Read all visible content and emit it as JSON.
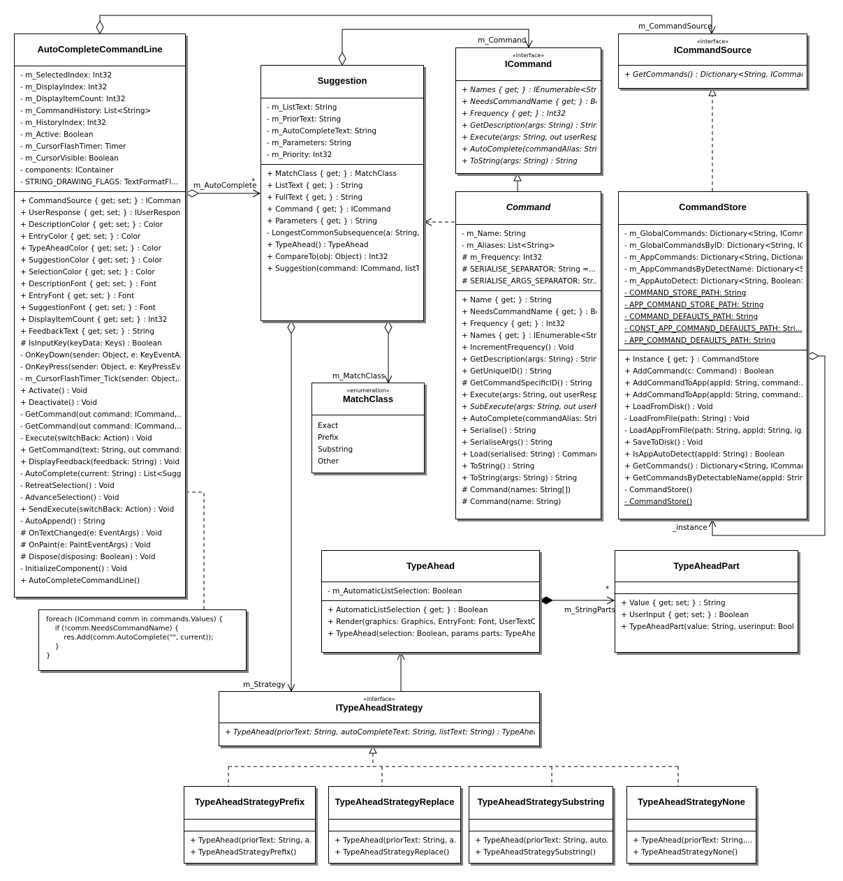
{
  "classes": {
    "autoCompleteCommandLine": {
      "name": "AutoCompleteCommandLine",
      "attributes": [
        "- m_SelectedIndex: Int32",
        "- m_DisplayIndex: Int32",
        "- m_DisplayItemCount: Int32",
        "- m_CommandHistory: List<String>",
        "- m_HistoryIndex: Int32",
        "- m_Active: Boolean",
        "- m_CursorFlashTimer: Timer",
        "- m_CursorVisible: Boolean",
        "- components: IContainer",
        "- STRING_DRAWING_FLAGS: TextFormatFl..."
      ],
      "operations": [
        "+ CommandSource { get; set; } : ICommand...",
        "+ UserResponse { get; set; } : IUserResponse",
        "+ DescriptionColor { get; set; } : Color",
        "+ EntryColor { get; set; } : Color",
        "+ TypeAheadColor { get; set; } : Color",
        "+ SuggestionColor { get; set; } : Color",
        "+ SelectionColor { get; set; } : Color",
        "+ DescriptionFont { get; set; } : Font",
        "+ EntryFont { get; set; } : Font",
        "+ SuggestionFont { get; set; } : Font",
        "+ DisplayItemCount { get; set; } : Int32",
        "+ FeedbackText { get; set; } : String",
        "# IsInputKey(keyData: Keys) : Boolean",
        "- OnKeyDown(sender: Object, e: KeyEventA...",
        "- OnKeyPress(sender: Object, e: KeyPressEv...",
        "- m_CursorFlashTimer_Tick(sender: Object,...",
        "+ Activate() : Void",
        "+ Deactivate() : Void",
        "- GetCommand(out command: ICommand,...",
        "- GetCommand(out command: ICommand,...",
        "- Execute(switchBack: Action) : Void",
        "+ GetCommand(text: String, out command:...",
        "+ DisplayFeedback(feedback: String) : Void",
        "- AutoComplete(current: String) : List<Sugg...",
        "- RetreatSelection() : Void",
        "- AdvanceSelection() : Void",
        "+ SendExecute(switchBack: Action) : Void",
        "- AutoAppend() : String",
        "# OnTextChanged(e: EventArgs) : Void",
        "# OnPaint(e: PaintEventArgs) : Void",
        "# Dispose(disposing: Boolean) : Void",
        "- InitializeComponent() : Void",
        "+ AutoCompleteCommandLine()"
      ]
    },
    "suggestion": {
      "name": "Suggestion",
      "attributes": [
        "- m_ListText: String",
        "- m_PriorText: String",
        "- m_AutoCompleteText: String",
        "- m_Parameters: String",
        "- m_Priority: Int32"
      ],
      "operations": [
        "+ MatchClass { get; } : MatchClass",
        "+ ListText { get; } : String",
        "+ FullText { get; } : String",
        "+ Command { get; } : ICommand",
        "+ Parameters { get; } : String",
        "- LongestCommonSubsequence(a: String,...",
        "+ TypeAhead() : TypeAhead",
        "+ CompareTo(obj: Object) : Int32",
        "+ Suggestion(command: ICommand, listT..."
      ]
    },
    "iCommand": {
      "stereotype": "«interface»",
      "name": "ICommand",
      "operations": [
        "+ Names { get; } : IEnumerable<Stri...",
        "+ NeedsCommandName { get; } : Bo...",
        "+ Frequency { get; } : Int32",
        "+ GetDescription(args: String) : String",
        "+ Execute(args: String, out userResp...",
        "+ AutoComplete(commandAlias: Strin...",
        "+ ToString(args: String) : String"
      ]
    },
    "iCommandSource": {
      "stereotype": "«interface»",
      "name": "ICommandSource",
      "operations": [
        "+ GetCommands() : Dictionary<String, ICommand>"
      ]
    },
    "command": {
      "name": "Command",
      "attributes": [
        "- m_Name: String",
        "- m_Aliases: List<String>",
        "# m_Frequency: Int32",
        "# SERIALISE_SEPARATOR: String =...",
        "# SERIALISE_ARGS_SEPARATOR: Str..."
      ],
      "operations": [
        "+ Name { get; } : String",
        "+ NeedsCommandName { get; } : Bo...",
        "+ Frequency { get; } : Int32",
        "+ Names { get; } : IEnumerable<Stri...",
        "+ IncrementFrequency() : Void",
        "+ GetDescription(args: String) : String",
        "+ GetUniqueID() : String",
        "# GetCommandSpecificID() : String",
        "+ Execute(args: String, out userResp...",
        "+ SubExecute(args: String, out userR...",
        "+ AutoComplete(commandAlias: Strin...",
        "+ Serialise() : String",
        "+ SerialiseArgs() : String",
        "+ Load(serialised: String) : Command",
        "+ ToString() : String",
        "+ ToString(args: String) : String",
        "# Command(names: String[])",
        "# Command(name: String)"
      ]
    },
    "commandStore": {
      "name": "CommandStore",
      "attributes": [
        "- m_GlobalCommands: Dictionary<String, IComm...",
        "- m_GlobalCommandsByID: Dictionary<String, IC...",
        "- m_AppCommands: Dictionary<String, Dictionar...",
        "- m_AppCommandsByDetectName: Dictionary<St...",
        "- m_AppAutoDetect: Dictionary<String, Boolean>",
        "- COMMAND_STORE_PATH: String",
        "- APP_COMMAND_STORE_PATH: String",
        "- COMMAND_DEFAULTS_PATH: String",
        "- CONST_APP_COMMAND_DEFAULTS_PATH: Stri...",
        "- APP_COMMAND_DEFAULTS_PATH: String"
      ],
      "operations": [
        "+ Instance { get; } : CommandStore",
        "+ AddCommand(c: Command) : Boolean",
        "+ AddCommandToApp(appId: String, command:...",
        "+ AddCommandToApp(appId: String, command:...",
        "+ LoadFromDisk() : Void",
        "- LoadFromFile(path: String) : Void",
        "- LoadAppFromFile(path: String, appId: String, ig...",
        "+ SaveToDisk() : Void",
        "+ IsAppAutoDetect(appId: String) : Boolean",
        "+ GetCommands() : Dictionary<String, ICommand>",
        "+ GetCommandsByDetectableName(appId: String...",
        "- CommandStore()",
        "- CommandStore()"
      ]
    },
    "matchClass": {
      "stereotype": "«enumeration»",
      "name": "MatchClass",
      "literals": [
        "Exact",
        "Prefix",
        "Substring",
        "Other"
      ]
    },
    "typeAhead": {
      "name": "TypeAhead",
      "attributes": [
        "- m_AutomaticListSelection: Boolean"
      ],
      "operations": [
        "+ AutomaticListSelection { get; } : Boolean",
        "+ Render(graphics: Graphics, EntryFont: Font, UserTextCo...",
        "+ TypeAhead(selection: Boolean, params parts: TypeAhea..."
      ]
    },
    "typeAheadPart": {
      "name": "TypeAheadPart",
      "attributes": [],
      "operations": [
        "+ Value { get; set; } : String",
        "+ UserInput { get; set; } : Boolean",
        "+ TypeAheadPart(value: String, userinput: Boole..."
      ]
    },
    "iTypeAheadStrategy": {
      "stereotype": "«interface»",
      "name": "ITypeAheadStrategy",
      "operations": [
        "+ TypeAhead(priorText: String, autoCompleteText: String, listText: String) : TypeAhead"
      ]
    },
    "strategyPrefix": {
      "name": "TypeAheadStrategyPrefix",
      "attributes": [],
      "operations": [
        "+ TypeAhead(priorText: String, a...",
        "+ TypeAheadStrategyPrefix()"
      ]
    },
    "strategyReplace": {
      "name": "TypeAheadStrategyReplace",
      "attributes": [],
      "operations": [
        "+ TypeAhead(priorText: String, a...",
        "+ TypeAheadStrategyReplace()"
      ]
    },
    "strategySubstring": {
      "name": "TypeAheadStrategySubstring",
      "attributes": [],
      "operations": [
        "+ TypeAhead(priorText: String, auto...",
        "+ TypeAheadStrategySubstring()"
      ]
    },
    "strategyNone": {
      "name": "TypeAheadStrategyNone",
      "attributes": [],
      "operations": [
        "+ TypeAhead(priorText: String,...",
        "+ TypeAheadStrategyNone()"
      ]
    }
  },
  "labels": {
    "m_command": "m_Command",
    "m_commandSource": "m_CommandSource",
    "m_autoComplete": "m_AutoComplete",
    "star1": "*",
    "m_matchClass": "m_MatchClass",
    "instance": "_instance",
    "m_stringParts": "m_StringParts",
    "star2": "*",
    "m_strategy": "m_Strategy"
  },
  "note": {
    "text": "foreach (ICommand comm in commands.Values) {\n    if (!comm.NeedsCommandName) {\n        res.Add(comm.AutoComplete(\"\", current));\n    }\n}"
  }
}
